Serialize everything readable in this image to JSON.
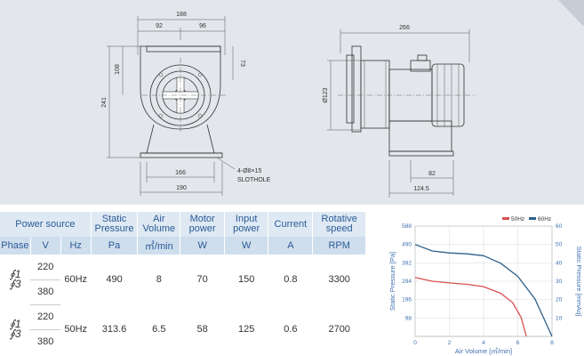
{
  "drawing": {
    "front": {
      "total_width": "188",
      "left_width": "92",
      "right_width": "96",
      "outlet_height": "73",
      "center_height": "108",
      "total_height": "241",
      "base_inner": "166",
      "base_outer": "190",
      "slot_note_1": "4-Ø8×15",
      "slot_note_2": "SLOTHOLE"
    },
    "side": {
      "total_length": "266",
      "diameter": "Ø123",
      "base_width": "82",
      "base_offset": "124.5"
    }
  },
  "table": {
    "headers": {
      "power_source": "Power source",
      "static_pressure": [
        "Static",
        "Pressure"
      ],
      "air_volume": [
        "Air",
        "Volume"
      ],
      "motor_power": [
        "Motor",
        "power"
      ],
      "input_power": [
        "Input",
        "power"
      ],
      "current": "Current",
      "rotative_speed": [
        "Rotative",
        "speed"
      ]
    },
    "units": {
      "phase": "Phase",
      "v": "V",
      "hz": "Hz",
      "pa": "Pa",
      "air_unit": "㎥/min",
      "w1": "W",
      "w2": "W",
      "a": "A",
      "rpm": "RPM"
    },
    "rows": [
      {
        "phase_top": "∮1",
        "phase_bot": "∮3",
        "v1": "220",
        "v2": "380",
        "hz": "60Hz",
        "pressure": "490",
        "volume": "8",
        "motor": "70",
        "input": "150",
        "current": "0.8",
        "speed": "3300"
      },
      {
        "phase_top": "∮1",
        "phase_bot": "∮3",
        "v1": "220",
        "v2": "380",
        "hz": "50Hz",
        "pressure": "313.6",
        "volume": "6.5",
        "motor": "58",
        "input": "125",
        "current": "0.6",
        "speed": "2700"
      }
    ]
  },
  "chart_data": {
    "type": "line",
    "xlabel": "Air Volume [㎥/min]",
    "ylabel_left": "Static Pressure [Pa]",
    "ylabel_right": "Static Pressure [mmAq]",
    "xlim": [
      0,
      8
    ],
    "ylim_left": [
      0,
      588
    ],
    "ylim_right": [
      0,
      60
    ],
    "x_ticks": [
      "0",
      "2",
      "4",
      "6",
      "8"
    ],
    "y_left_ticks": [
      "98",
      "196",
      "294",
      "392",
      "490",
      "588"
    ],
    "y_right_ticks": [
      "10",
      "20",
      "30",
      "40",
      "50",
      "60"
    ],
    "legend_position": "top-right",
    "series": [
      {
        "name": "50Hz",
        "color": "#d9504e",
        "x": [
          0,
          1,
          2,
          3,
          4,
          5,
          5.7,
          6.2,
          6.5
        ],
        "y": [
          314,
          294,
          285,
          278,
          265,
          230,
          180,
          100,
          0
        ]
      },
      {
        "name": "60Hz",
        "color": "#2c5f8a",
        "x": [
          0,
          1,
          2,
          3,
          4,
          5,
          6,
          7,
          7.5,
          8
        ],
        "y": [
          490,
          455,
          445,
          440,
          430,
          390,
          320,
          200,
          100,
          0
        ]
      }
    ]
  }
}
